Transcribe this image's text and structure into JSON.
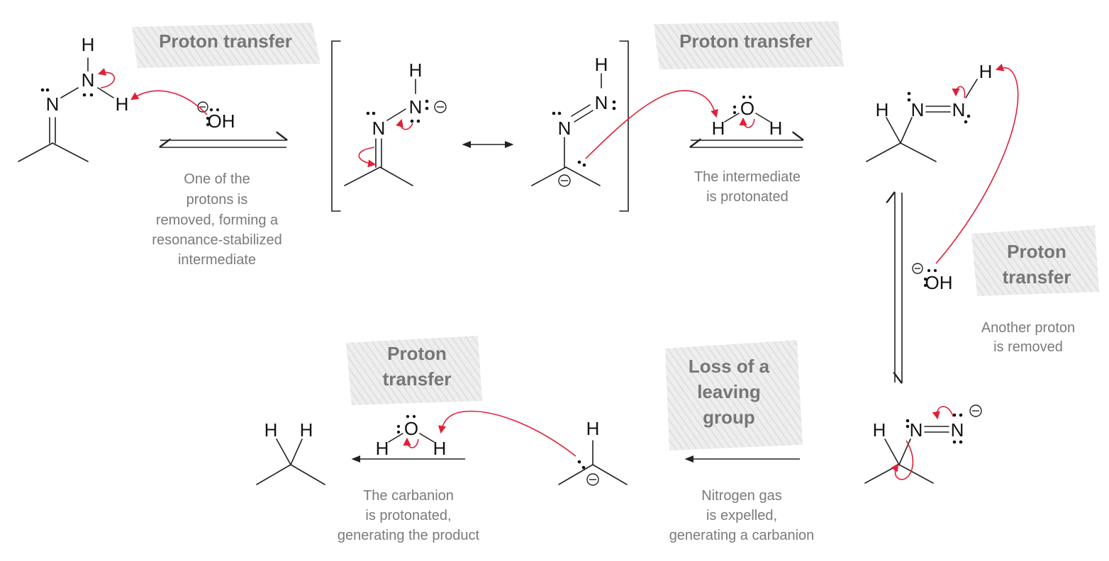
{
  "atoms": {
    "N": "N",
    "H": "H",
    "O": "O",
    "OH": "OH"
  },
  "steps": {
    "step1": [
      "Proton transfer"
    ],
    "step2": [
      "Proton transfer"
    ],
    "step3": [
      "Proton",
      "transfer"
    ],
    "step4": [
      "Loss of a",
      "leaving",
      "group"
    ],
    "step5": [
      "Proton",
      "transfer"
    ]
  },
  "captions": {
    "step1": [
      "One of the",
      "protons is",
      "removed, forming a",
      "resonance-stabilized",
      "intermediate"
    ],
    "step2": [
      "The intermediate",
      "is protonated"
    ],
    "step3": [
      "Another proton",
      "is removed"
    ],
    "step4": [
      "Nitrogen gas",
      "is expelled,",
      "generating a carbanion"
    ],
    "step5": [
      "The carbanion",
      "is protonated,",
      "generating the product"
    ]
  },
  "colors": {
    "arrow_red": "#e0203a",
    "text_gray": "#7a7a7a",
    "highlight": "#e3e3e3"
  }
}
